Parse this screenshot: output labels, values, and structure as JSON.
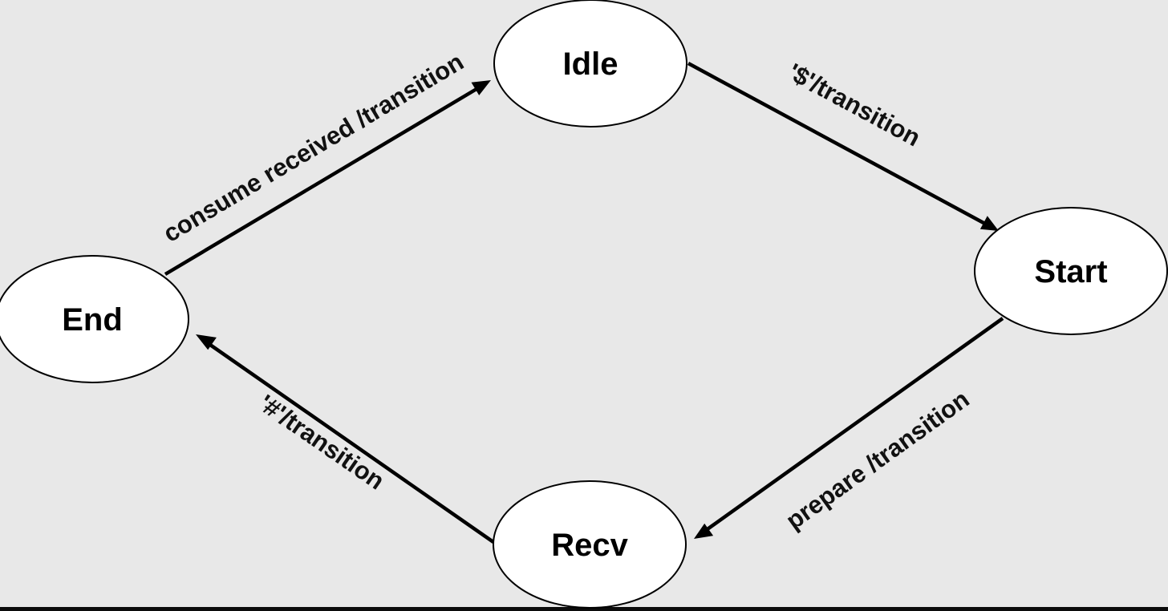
{
  "diagram": {
    "colors": {
      "canvas_background": "#e8e8e8",
      "bottom_strip": "#0b0b0b",
      "node_fill": "#ffffff",
      "stroke": "#000000"
    },
    "states": {
      "idle": "Idle",
      "start": "Start",
      "recv": "Recv",
      "end": "End"
    },
    "transitions": {
      "idle_to_start": "'$'/transition",
      "start_to_recv": "prepare /transition",
      "recv_to_end": "'#'/transition",
      "end_to_idle": "consume received /transition"
    }
  }
}
